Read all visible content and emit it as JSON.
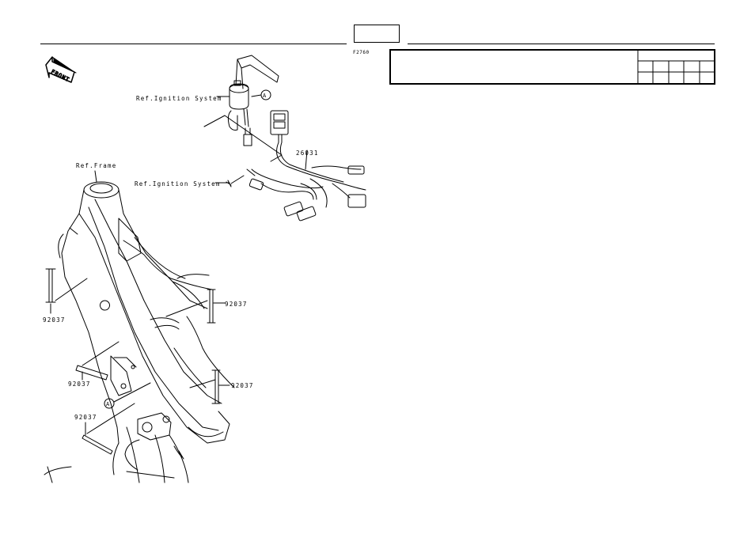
{
  "header": {
    "page_box_text": "",
    "figure_code": "F2760"
  },
  "info_table": {
    "title": "",
    "cells": [
      "",
      "",
      "",
      "",
      "",
      ""
    ]
  },
  "front_marker": {
    "text": "FRONT"
  },
  "labels": {
    "ref_ignition_top": "Ref.Ignition System",
    "ref_ignition_mid": "Ref.Ignition System",
    "ref_frame": "Ref.Frame",
    "part_harness": "26031",
    "band_left": "92037",
    "band_right_upper": "92037",
    "band_lower_left": "92037",
    "band_right_lower": "92037",
    "band_bottom": "92037",
    "callout_a_top": "A",
    "callout_a_bottom": "A"
  },
  "colors": {
    "line": "#000000",
    "background": "#ffffff"
  }
}
